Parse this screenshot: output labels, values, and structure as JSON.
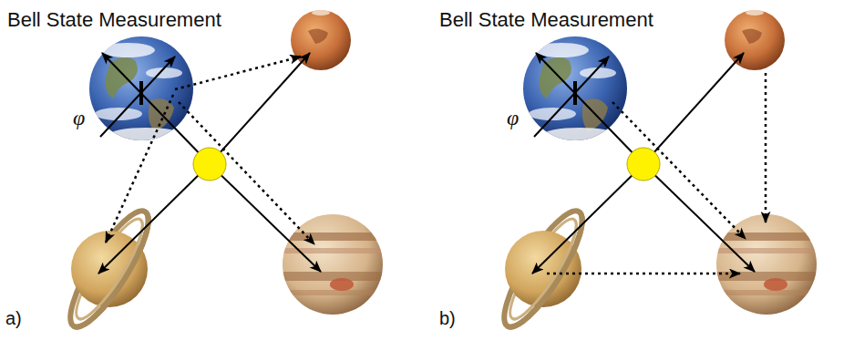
{
  "diagram": {
    "labels": [
      "Bell State Measurement",
      "φ",
      "a)",
      "Bell State Measurement",
      "φ",
      "b)"
    ]
  }
}
